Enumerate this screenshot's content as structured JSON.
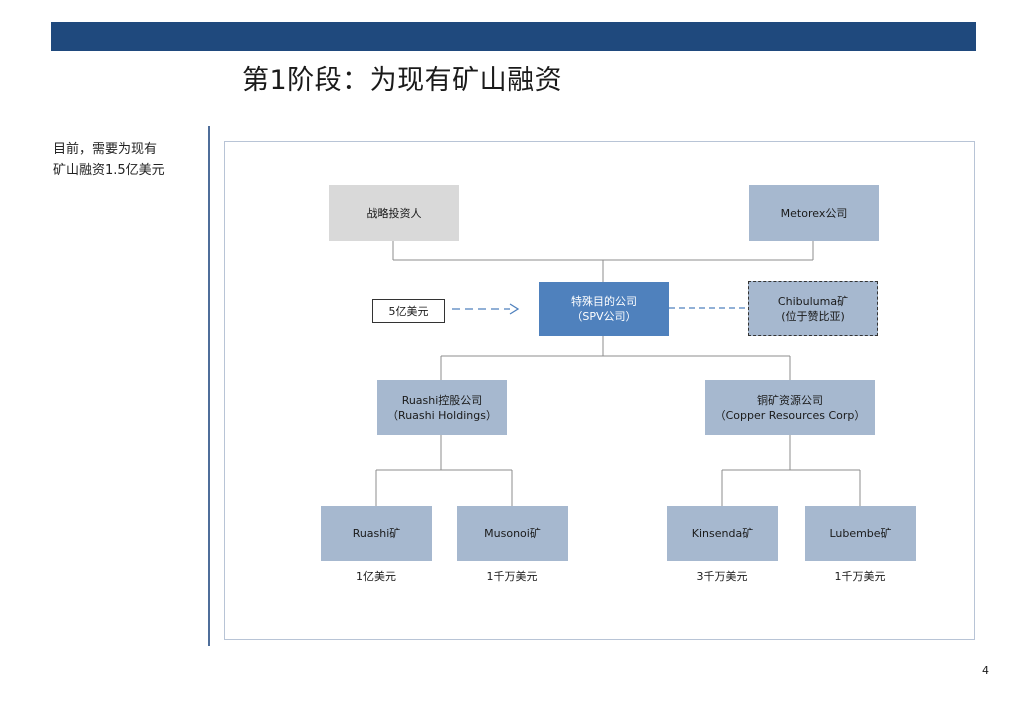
{
  "title": "第1阶段：为现有矿山融资",
  "side_note": {
    "line1": "目前，需要为现有",
    "line2": "矿山融资1.5亿美元"
  },
  "diagram": {
    "strategic_investor": "战略投资人",
    "metorex": "Metorex公司",
    "funding_amount": "5亿美元",
    "spv": {
      "line1": "特殊目的公司",
      "line2": "（SPV公司）"
    },
    "chibuluma": {
      "line1": "Chibuluma矿",
      "line2": "(位于赞比亚)"
    },
    "ruashi_holdings": {
      "line1": "Ruashi控股公司",
      "line2": "（Ruashi Holdings）"
    },
    "copper_resources": {
      "line1": "铜矿资源公司",
      "line2": "（Copper Resources Corp）"
    },
    "mines": [
      {
        "name": "Ruashi矿",
        "amount": "1亿美元"
      },
      {
        "name": "Musonoi矿",
        "amount": "1千万美元"
      },
      {
        "name": "Kinsenda矿",
        "amount": "3千万美元"
      },
      {
        "name": "Lubembe矿",
        "amount": "1千万美元"
      }
    ]
  },
  "page_number": "4",
  "colors": {
    "header_bar": "#1f497d",
    "spv_fill": "#4f81bd",
    "entity_fill": "#a6b8cf",
    "investor_fill": "#d9d9d9",
    "arrow": "#4f81bd"
  }
}
